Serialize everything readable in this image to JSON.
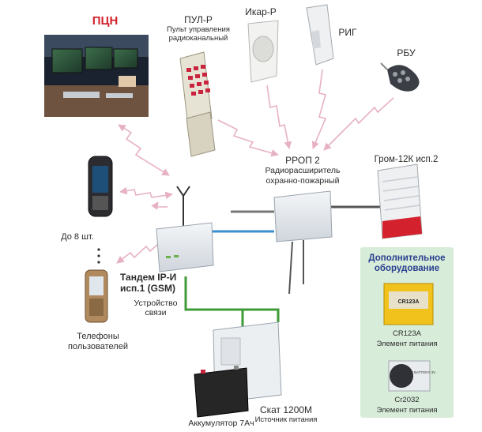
{
  "colors": {
    "wire_gray": "#555555",
    "wire_blue": "#3a8fd0",
    "wire_green": "#3f9b37",
    "radio_pink": "#e7b1c3",
    "title_red": "#d4212e",
    "panel_bg": "#d7ecd9",
    "panel_title": "#2a3f8f"
  },
  "labels": {
    "pcn": "ПЦН",
    "pul_title": "ПУЛ-Р",
    "pul_desc": "Пульт управления радиоканальный",
    "ikar": "Икар-Р",
    "rig": "РИГ",
    "rbu": "РБУ",
    "rrop_title": "РРОП 2",
    "rrop_desc": "Радиорасширитель охранно-пожарный",
    "grom": "Гром-12К исп.2",
    "phones_count": "До 8 шт.",
    "phones": "Телефоны пользователей",
    "tandem_title": "Тандем IP-И исп.1 (GSM)",
    "tandem_desc": "Устройство связи",
    "battery": "Аккумулятор 7Ач",
    "skat_title": "Скат 1200М",
    "skat_desc": "Источник питания"
  },
  "extra_panel": {
    "title": "Дополнительное оборудование",
    "cr123a_name": "CR123A",
    "cr123a_desc": "Элемент питания",
    "cr2032_name": "Cr2032",
    "cr2032_desc": "Элемент питания",
    "cr123a_print": "CR123A",
    "cr2032_print": "LITHIUM BATTERY 3V"
  }
}
